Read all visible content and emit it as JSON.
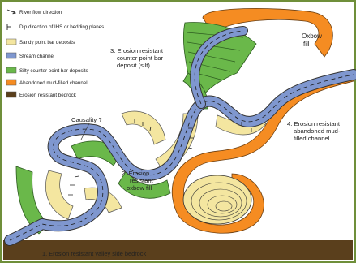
{
  "legend": {
    "items": [
      {
        "key": "river-flow",
        "label": "River flow direction",
        "icon": "arrow-icon"
      },
      {
        "key": "dip",
        "label": "Dip direction of IHS or bedding planes",
        "icon": "dip-tick-icon"
      },
      {
        "key": "sandy",
        "label": "Sandy point bar deposits",
        "color": "#f4e6a0"
      },
      {
        "key": "stream",
        "label": "Stream channel",
        "color": "#7f97cf"
      },
      {
        "key": "silty",
        "label": "Silty counter point bar deposits",
        "color": "#6ab84a"
      },
      {
        "key": "mud",
        "label": "Abandoned mud-filled channel",
        "color": "#f58c22"
      },
      {
        "key": "bedrock",
        "label": "Erosion resistant bedrock",
        "color": "#5a3f1c"
      }
    ]
  },
  "annotations": {
    "oxbow_fill": [
      "Oxbow",
      "fill"
    ],
    "counter_point_bar": [
      "3. Erosion resistant",
      "counter point bar",
      "deposit (silt)"
    ],
    "causality": "Causality ?",
    "oxbow_resistant": [
      "2. Erosion",
      "resistant",
      "oxbow fill"
    ],
    "abandoned_channel": [
      "4. Erosion resistant",
      "abandoned mud-",
      "filled channel"
    ],
    "bedrock": "1. Erosion resistant valley side bedrock"
  },
  "colors": {
    "frame": "#6f8f3a",
    "background": "#ffffff",
    "stream": "#7f97cf",
    "sandy": "#f4e6a0",
    "silty": "#6ab84a",
    "mud": "#f58c22",
    "bedrock": "#5a3f1c"
  }
}
